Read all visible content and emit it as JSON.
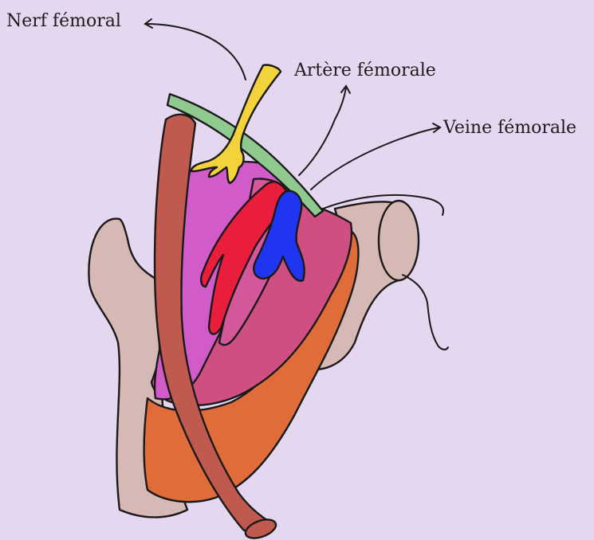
{
  "labels": {
    "nerve": "Nerf fémoral",
    "artery": "Artère fémorale",
    "vein": "Veine fémorale"
  },
  "colors": {
    "background": "#e6d7f1",
    "bone": "#d6b8b4",
    "sartorius": "#c05a4f",
    "iliopsoas": "#cf4f82",
    "pectineus_region": "#d05bc9",
    "adductor": "#e06c3a",
    "ligament": "#8fc98f",
    "nerve": "#f2d33c",
    "artery": "#e81e3c",
    "vein": "#1f35f0",
    "outline": "#1a1a1a"
  }
}
